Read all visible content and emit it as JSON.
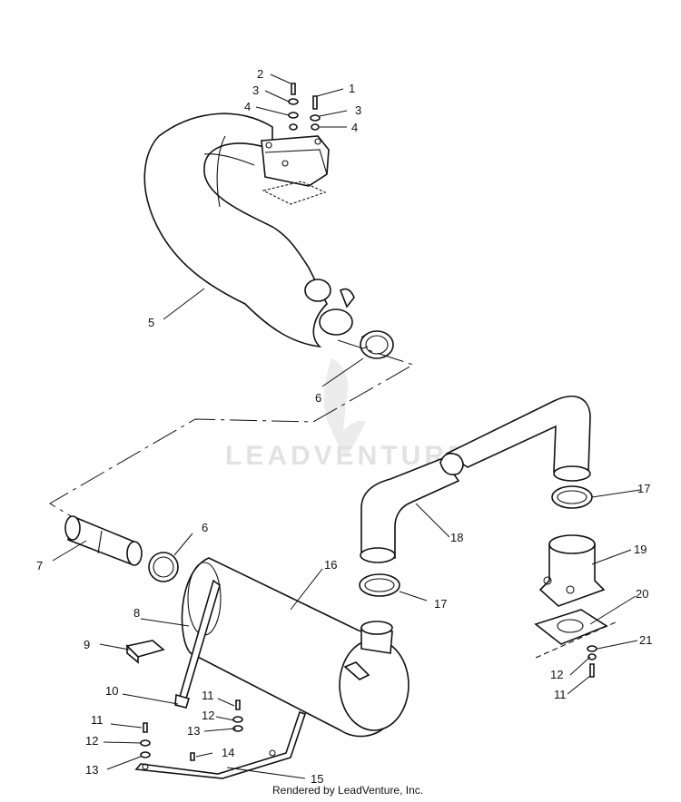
{
  "watermark": {
    "text": "LEADVENTURE"
  },
  "footer": {
    "text": "Rendered by LeadVenture, Inc."
  },
  "callouts": {
    "c1": "1",
    "c2": "2",
    "c3a": "3",
    "c3b": "3",
    "c4a": "4",
    "c4b": "4",
    "c5": "5",
    "c6a": "6",
    "c6b": "6",
    "c7": "7",
    "c8": "8",
    "c9": "9",
    "c10": "10",
    "c11a": "11",
    "c11b": "11",
    "c11c": "11",
    "c12a": "12",
    "c12b": "12",
    "c12c": "12",
    "c13a": "13",
    "c13b": "13",
    "c14": "14",
    "c15": "15",
    "c16": "16",
    "c17a": "17",
    "c17b": "17",
    "c18": "18",
    "c19": "19",
    "c20": "20",
    "c21": "21"
  }
}
